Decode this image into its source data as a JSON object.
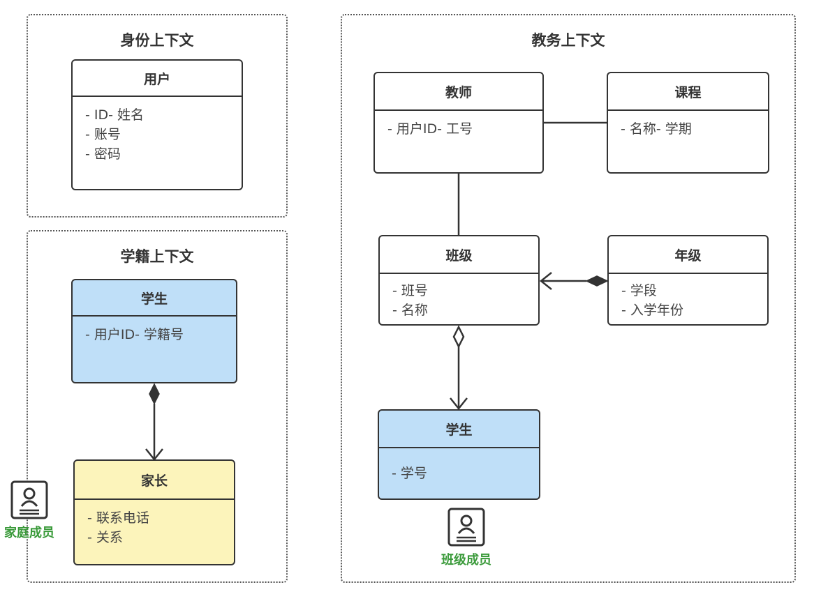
{
  "colors": {
    "class_fill_default": "#ffffff",
    "class_fill_entity": "#bfdff8",
    "class_fill_parent": "#fcf4bb",
    "border": "#333333",
    "badge_text": "#3a9a3a"
  },
  "contexts": {
    "identity": {
      "title": "身份上下文",
      "user": {
        "name": "用户",
        "attributes": [
          "- ID- 姓名",
          "- 账号",
          "- 密码"
        ]
      }
    },
    "enrollment": {
      "title": "学籍上下文",
      "student": {
        "name": "学生",
        "attributes": [
          "- 用户ID- 学籍号"
        ]
      },
      "parent": {
        "name": "家长",
        "attributes": [
          "- 联系电话",
          "- 关系"
        ]
      },
      "badge": {
        "icon": "member-card-icon",
        "label": "家庭成员"
      }
    },
    "academic": {
      "title": "教务上下文",
      "teacher": {
        "name": "教师",
        "attributes": [
          "- 用户ID- 工号"
        ]
      },
      "course": {
        "name": "课程",
        "attributes": [
          "- 名称- 学期"
        ]
      },
      "class": {
        "name": "班级",
        "attributes": [
          "- 班号",
          "- 名称"
        ]
      },
      "grade": {
        "name": "年级",
        "attributes": [
          "- 学段",
          "- 入学年份"
        ]
      },
      "student": {
        "name": "学生",
        "attributes": [
          "- 学号"
        ]
      },
      "badge": {
        "icon": "member-card-icon",
        "label": "班级成员"
      }
    }
  }
}
